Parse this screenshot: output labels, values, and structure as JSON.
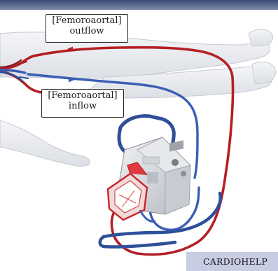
{
  "labels": {
    "outflow": {
      "line1": "[Femoroaortal]",
      "line2": "outflow"
    },
    "inflow": {
      "line1": "[Femoroaortal]",
      "line2": "inflow"
    },
    "device": "CARDIOHELP"
  },
  "colors": {
    "arterial": "#b51f25",
    "venous": "#3a5fb3",
    "frame": "#2e4f9a",
    "skin": "#eceef2",
    "banner": "#c9cde3"
  }
}
